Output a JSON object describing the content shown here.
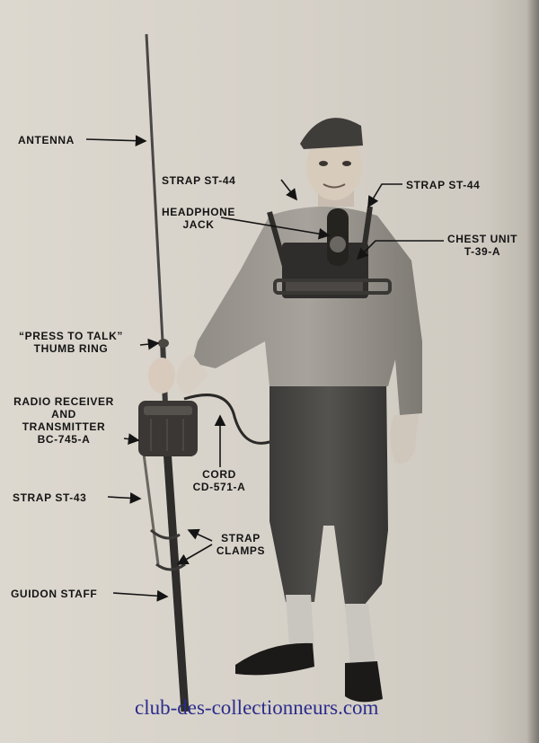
{
  "labels": {
    "antenna": "ANTENNA",
    "strap_st44_left": "STRAP ST-44",
    "strap_st44_right": "STRAP ST-44",
    "headphone_jack_1": "HEADPHONE",
    "headphone_jack_2": "JACK",
    "chest_unit_1": "CHEST UNIT",
    "chest_unit_2": "T-39-A",
    "press_to_talk_1": "“PRESS TO TALK”",
    "press_to_talk_2": "THUMB RING",
    "radio_1": "RADIO RECEIVER",
    "radio_2": "AND",
    "radio_3": "TRANSMITTER",
    "radio_4": "BC-745-A",
    "cord_1": "CORD",
    "cord_2": "CD-571-A",
    "strap_st43": "STRAP ST-43",
    "strap_clamps_1": "STRAP",
    "strap_clamps_2": "CLAMPS",
    "guidon_staff": "GUIDON STAFF"
  },
  "watermark": "club-des-collectionneurs.com",
  "colors": {
    "paper": "#d9d4cb",
    "ink": "#141414",
    "watermark": "#2b2c8c"
  }
}
